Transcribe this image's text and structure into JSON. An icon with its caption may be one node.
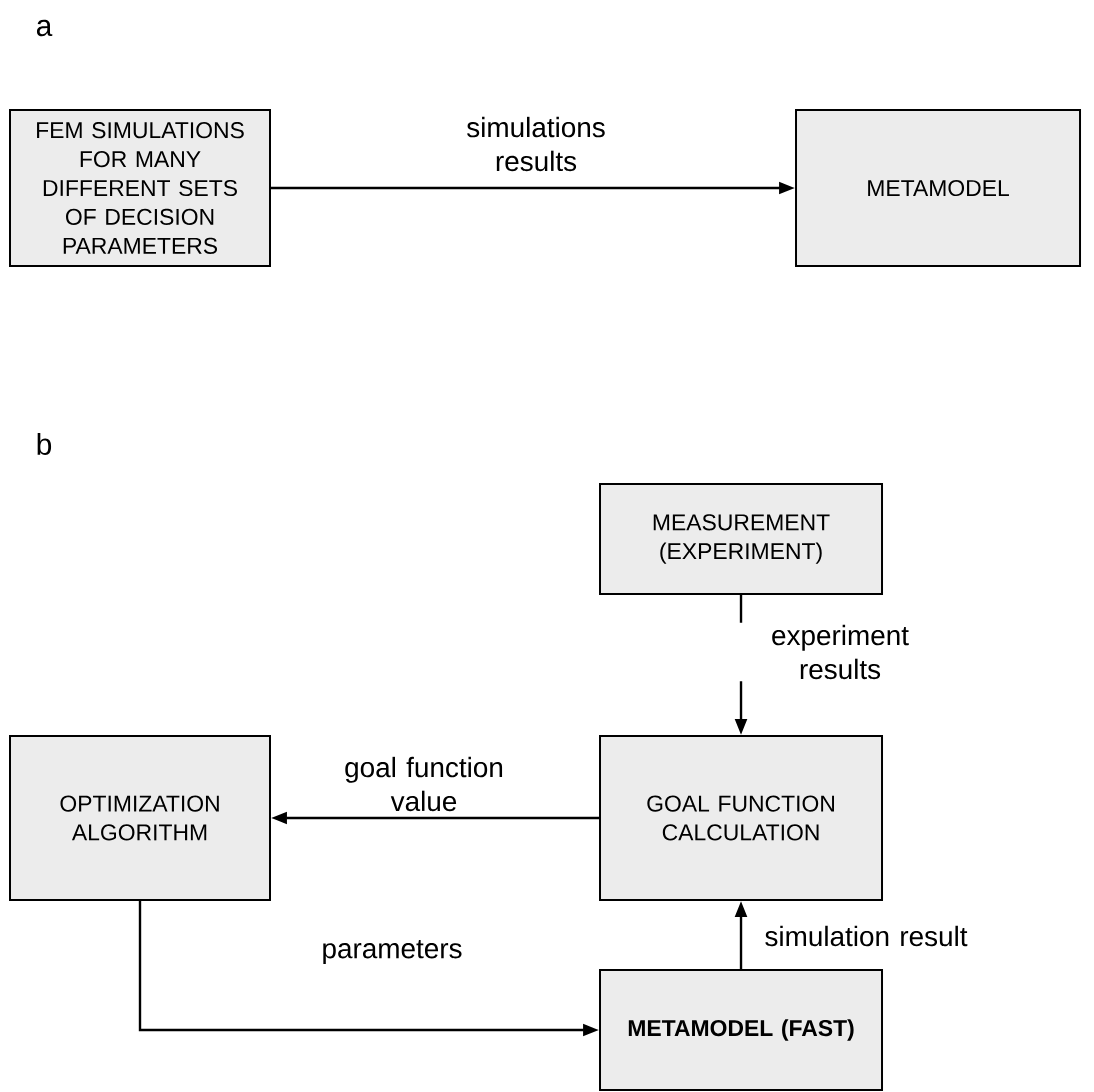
{
  "diagram": {
    "nodes": [
      {
        "text": [
          "FEM SIMULATIONS FOR MANY DIFFERENT SETS OF DECISION PARAMETERS"
        ]
      },
      {
        "text": [
          "METAMODEL"
        ]
      },
      {
        "text": [
          "MEASUREMENT (EXPERIMENT)"
        ]
      },
      {
        "text": [
          "OPTIMIZATION ALGORITHM"
        ]
      },
      {
        "text": [
          "GOAL FUNCTION CALCULATION"
        ]
      },
      {
        "text": [
          "METAMODEL (FAST)"
        ]
      }
    ],
    "edges": [
      {
        "from": 0,
        "to": 1,
        "arrow": "to",
        "label": "simulations results"
      },
      {
        "from": 2,
        "to": 4,
        "arrow": "to",
        "label": "experiment results"
      },
      {
        "from": 4,
        "to": 3,
        "arrow": "to",
        "label": "goal function value"
      },
      {
        "from": 3,
        "to": 5,
        "arrow": "to",
        "label": "parameters"
      },
      {
        "from": 5,
        "to": 4,
        "arrow": "to",
        "label": "simulation result"
      }
    ],
    "labels": [
      "a",
      "b"
    ]
  }
}
